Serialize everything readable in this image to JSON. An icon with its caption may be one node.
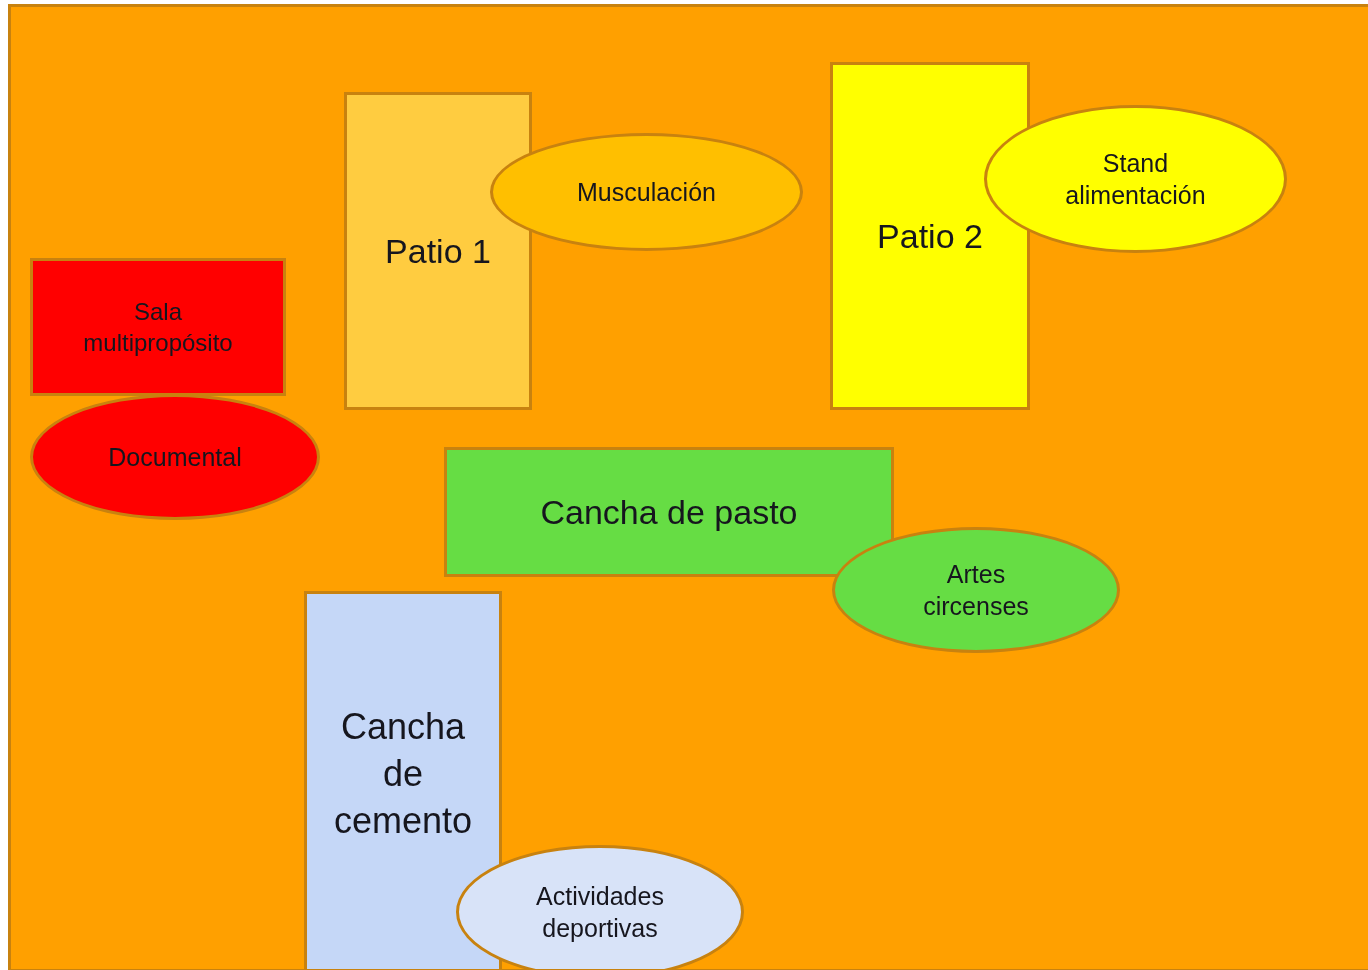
{
  "diagram": {
    "nodes": [
      {
        "text": [],
        "shape": "box"
      },
      {
        "text": [
          "Patio 1"
        ],
        "in": 0
      },
      {
        "text": [
          "Musculación"
        ],
        "in": 0
      },
      {
        "text": [
          "Patio 2"
        ],
        "in": 0
      },
      {
        "text": [
          "Stand alimentación"
        ],
        "in": 0
      },
      {
        "text": [
          "Sala multipropósito"
        ],
        "in": 0
      },
      {
        "text": [
          "Documental"
        ],
        "in": 0
      },
      {
        "text": [
          "Cancha de pasto"
        ],
        "in": 0
      },
      {
        "text": [
          "Artes circenses"
        ],
        "in": 0
      },
      {
        "text": [
          "Cancha de cemento"
        ],
        "in": 0
      },
      {
        "text": [
          "Actividades deportivas"
        ],
        "in": 0
      }
    ]
  }
}
